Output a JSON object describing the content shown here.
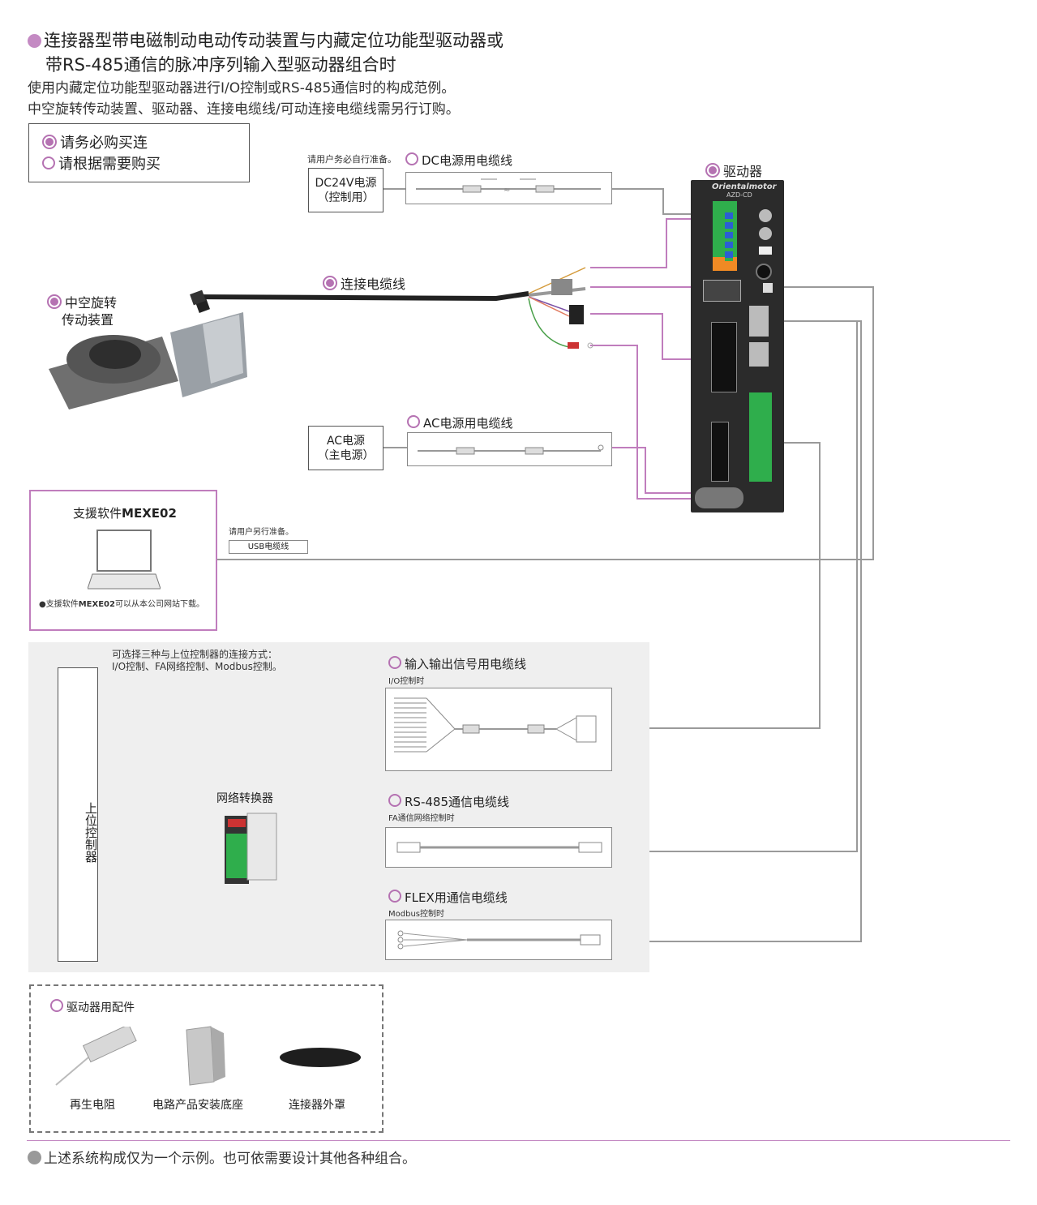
{
  "title": {
    "line1": "连接器型带电磁制动电动传动装置与内藏定位功能型驱动器或",
    "line2": "带RS-485通信的脉冲序列输入型驱动器组合时",
    "desc1": "使用内藏定位功能型驱动器进行I/O控制或RS-485通信时的构成范例。",
    "desc2": "中空旋转传动装置、驱动器、连接电缆线/可动连接电缆线需另行订购。"
  },
  "legend": {
    "required": "请务必购买连",
    "optional": "请根据需要购买"
  },
  "dc_power": {
    "note": "请用户务必自行准备。",
    "label_l1": "DC24V电源",
    "label_l2": "（控制用）",
    "cable": "DC电源用电缆线"
  },
  "driver": {
    "label": "驱动器",
    "brand": "Orientalmotor",
    "model": "AZD-CD"
  },
  "actuator": {
    "label_l1": "中空旋转",
    "label_l2": "传动装置"
  },
  "connect_cable": "连接电缆线",
  "ac_power": {
    "label_l1": "AC电源",
    "label_l2": "（主电源）",
    "cable": "AC电源用电缆线"
  },
  "software": {
    "title_prefix": "支援软件",
    "title_bold": "MEXE02",
    "note_prefix": "●支援软件",
    "note_bold": "MEXE02",
    "note_suffix": "可以从本公司网站下载。",
    "usb_note": "请用户另行准备。",
    "usb_cable": "USB电缆线"
  },
  "controller": {
    "note1": "可选择三种与上位控制器的连接方式：",
    "note2": "I/O控制、FA网络控制、Modbus控制。",
    "label": "上位控制器",
    "io_cable": "输入输出信号用电缆线",
    "io_sub": "I/O控制时",
    "net_conv": "网络转换器",
    "rs485_cable": "RS-485通信电缆线",
    "rs485_sub": "FA通信网络控制时",
    "flex_cable": "FLEX用通信电缆线",
    "flex_sub": "Modbus控制时"
  },
  "accessories": {
    "title": "驱动器用配件",
    "items": [
      "再生电阻",
      "电路产品安装底座",
      "连接器外罩"
    ]
  },
  "footer": "上述系统构成仅为一个示例。也可依需要设计其他各种组合。",
  "colors": {
    "accent": "#c48ac3",
    "line_gray": "#9a9a9a",
    "line_purple": "#c07dbd",
    "driver_body": "#2b2b2b",
    "connector_green": "#2fae4c",
    "connector_orange": "#f08a24"
  }
}
